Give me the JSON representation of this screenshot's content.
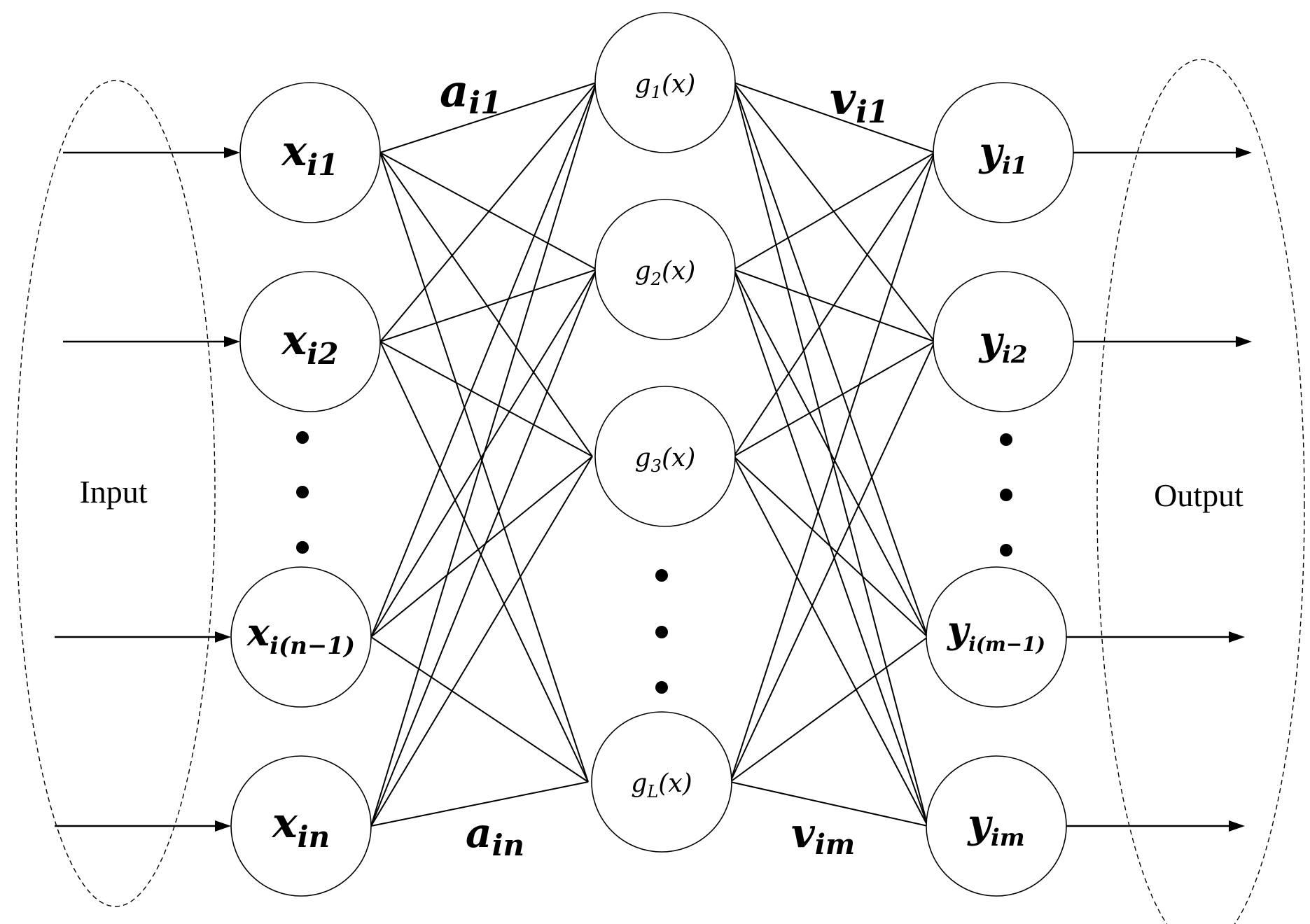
{
  "diagram": {
    "groups": {
      "input": "Input",
      "output": "Output"
    },
    "input_nodes": [
      {
        "base": "x",
        "sub": "i1"
      },
      {
        "base": "x",
        "sub": "i2"
      },
      {
        "base": "x",
        "sub": "i(n−1)"
      },
      {
        "base": "x",
        "sub": "in"
      }
    ],
    "hidden_nodes": [
      {
        "pre": "g",
        "sub": "1",
        "post": "(x)"
      },
      {
        "pre": "g",
        "sub": "2",
        "post": "(x)"
      },
      {
        "pre": "g",
        "sub": "3",
        "post": "(x)"
      },
      {
        "pre": "g",
        "sub": "L",
        "post": "(x)"
      }
    ],
    "output_nodes": [
      {
        "base": "y",
        "sub": "i1"
      },
      {
        "base": "y",
        "sub": "i2"
      },
      {
        "base": "y",
        "sub": "i(m−1)"
      },
      {
        "base": "y",
        "sub": "im"
      }
    ],
    "weights": {
      "a_top": {
        "base": "a",
        "sub": "i1"
      },
      "a_bottom": {
        "base": "a",
        "sub": "in"
      },
      "v_top": {
        "base": "v",
        "sub": "i1"
      },
      "v_bottom": {
        "base": "v",
        "sub": "im"
      }
    }
  }
}
